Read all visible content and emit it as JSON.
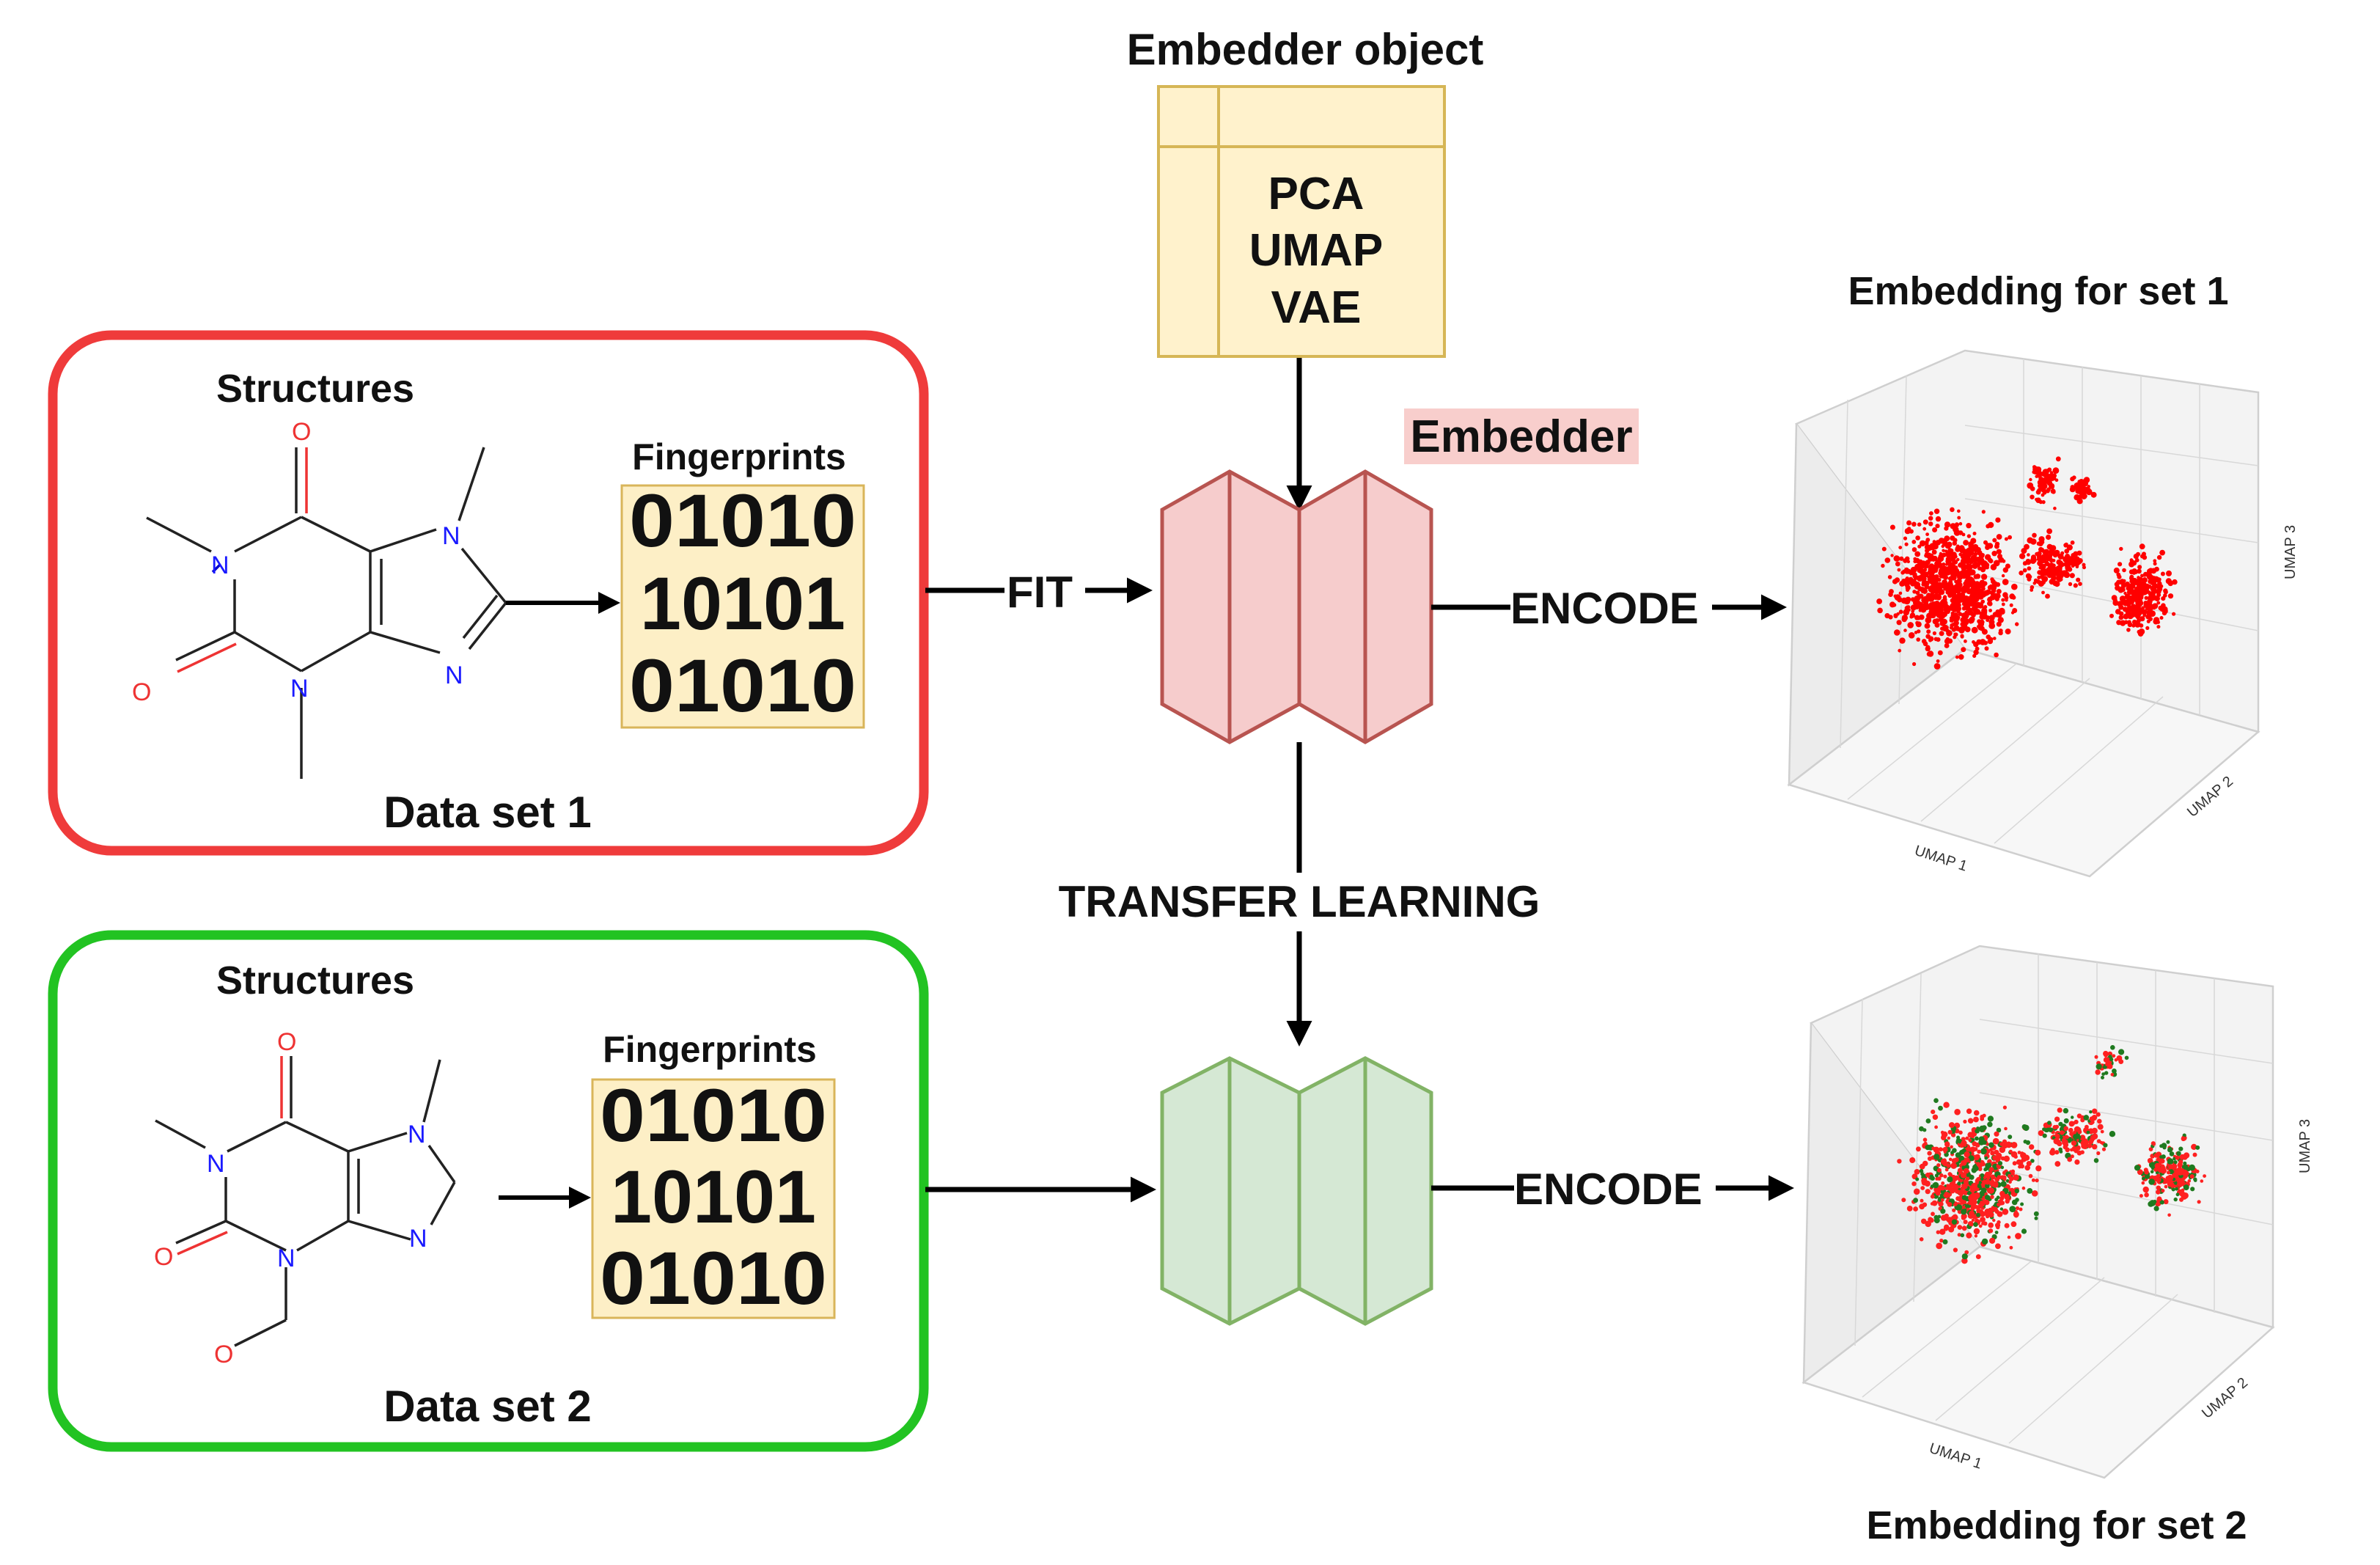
{
  "title_embedder_object": "Embedder object",
  "embedder_methods": [
    "PCA",
    "UMAP",
    "VAE"
  ],
  "embedder_label": "Embedder",
  "set1": {
    "structures_label": "Structures",
    "fingerprints_label": "Fingerprints",
    "fingerprint_rows": [
      "01010",
      "10101",
      "01010"
    ],
    "caption": "Data set 1",
    "frame_color": "#ef3b3b"
  },
  "set2": {
    "structures_label": "Structures",
    "fingerprints_label": "Fingerprints",
    "fingerprint_rows": [
      "01010",
      "10101",
      "01010"
    ],
    "caption": "Data set 2",
    "frame_color": "#22c322"
  },
  "flow": {
    "fit": "FIT",
    "encode1": "ENCODE",
    "encode2": "ENCODE",
    "transfer": "TRANSFER LEARNING"
  },
  "plot1": {
    "title": "Embedding for set 1",
    "axis_x": "UMAP 1",
    "axis_y": "UMAP 2",
    "axis_z": "UMAP 3"
  },
  "plot2": {
    "title": "Embedding for set 2",
    "axis_x": "UMAP 1",
    "axis_y": "UMAP 2",
    "axis_z": "UMAP 3"
  },
  "atoms1": {
    "o_top": "O",
    "o_left": "O",
    "n1": "N",
    "n3": "N",
    "n7": "N",
    "n9": "N"
  },
  "atoms2": {
    "o_top": "O",
    "o_left": "O",
    "o_side": "O",
    "n1": "N",
    "n3": "N",
    "n7": "N",
    "n9": "N"
  },
  "colors": {
    "set1_points": "#ff0000",
    "set2_points_a": "#ff2020",
    "set2_points_b": "#1f7a1f",
    "fingerprint_bg": "#fdefc6",
    "fingerprint_border": "#d9b55a",
    "embedder_fill": "#f6cccc",
    "embedder_stroke": "#b85450",
    "transfer_fill": "#d5e8d4",
    "transfer_stroke": "#82b366",
    "embedder_box_fill": "#fff2cc",
    "embedder_box_stroke": "#d6b656",
    "embedder_tag_bg": "#f8cecc"
  }
}
